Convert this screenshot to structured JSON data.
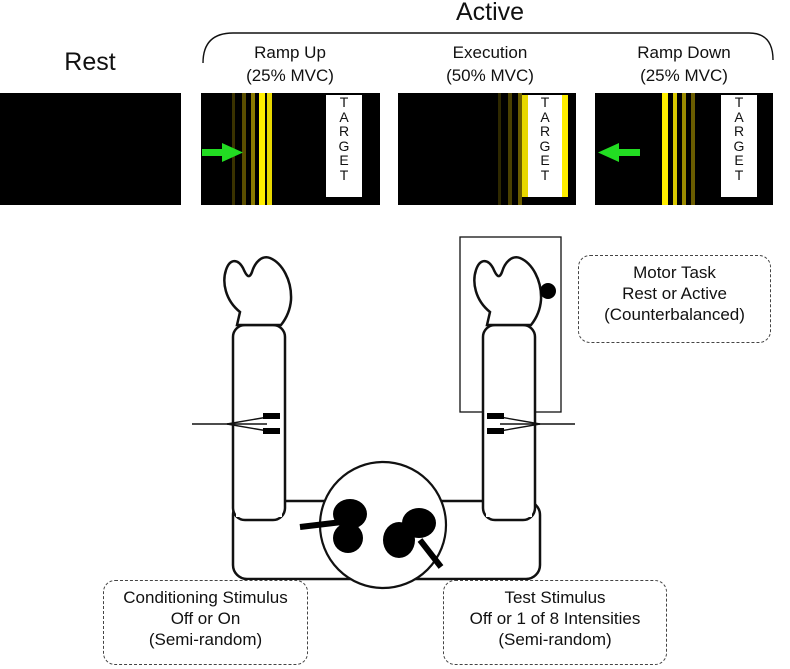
{
  "header": {
    "active_label": "Active",
    "rest_label": "Rest"
  },
  "phases": [
    {
      "name": "Ramp Up",
      "mvc": "(25% MVC)"
    },
    {
      "name": "Execution",
      "mvc": "(50% MVC)"
    },
    {
      "name": "Ramp Down",
      "mvc": "(25% MVC)"
    }
  ],
  "target_letters": [
    "T",
    "A",
    "R",
    "G",
    "E",
    "T"
  ],
  "boxes": {
    "motor_task": [
      "Motor Task",
      "Rest or Active",
      "(Counterbalanced)"
    ],
    "conditioning": [
      "Conditioning Stimulus",
      "Off or On",
      "(Semi-random)"
    ],
    "test": [
      "Test Stimulus",
      "Off or 1 of 8 Intensities",
      "(Semi-random)"
    ]
  },
  "colors": {
    "panel_bg": "#000000",
    "bar": "#ffee00",
    "arrow": "#22dd22"
  },
  "icons": [
    "right-arrow-icon",
    "left-arrow-icon"
  ]
}
